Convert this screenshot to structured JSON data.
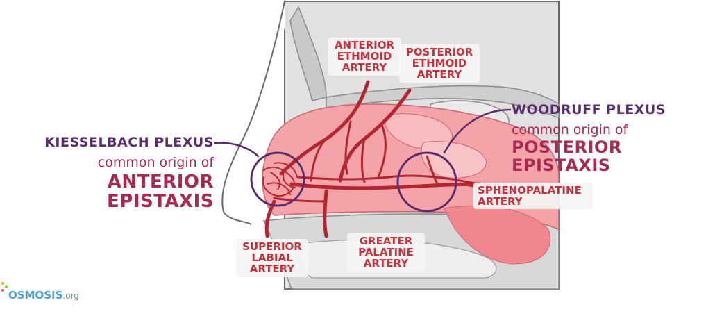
{
  "labels": {
    "anterior_ethmoid": "ANTERIOR\nETHMOID\nARTERY",
    "posterior_ethmoid": "POSTERIOR\nETHMOID\nARTERY",
    "sphenopalatine": "SPHENOPALATINE\nARTERY",
    "superior_labial": "SUPERIOR\nLABIAL\nARTERY",
    "greater_palatine": "GREATER\nPALATINE\nARTERY"
  },
  "kiesselbach": {
    "title": "KIESSELBACH PLEXUS",
    "subtitle": "common origin of",
    "emphasis": "ANTERIOR EPISTAXIS"
  },
  "woodruff": {
    "title": "WOODRUFF PLEXUS",
    "subtitle": "common origin of",
    "emphasis": "POSTERIOR EPISTAXIS"
  },
  "logo": {
    "word": "OSMOSIS",
    "tld": ".org"
  },
  "colors": {
    "artery": "#b32630",
    "mucosa": "#f4a3a8",
    "mucosa_dark": "#e8727c",
    "bone": "#d5d5d5",
    "outline": "#6a6a6a",
    "plexus_ring": "#5a2e6a",
    "label_red": "#c8323c",
    "emphasis": "#a8284f",
    "brand": "#4a9fcf"
  }
}
